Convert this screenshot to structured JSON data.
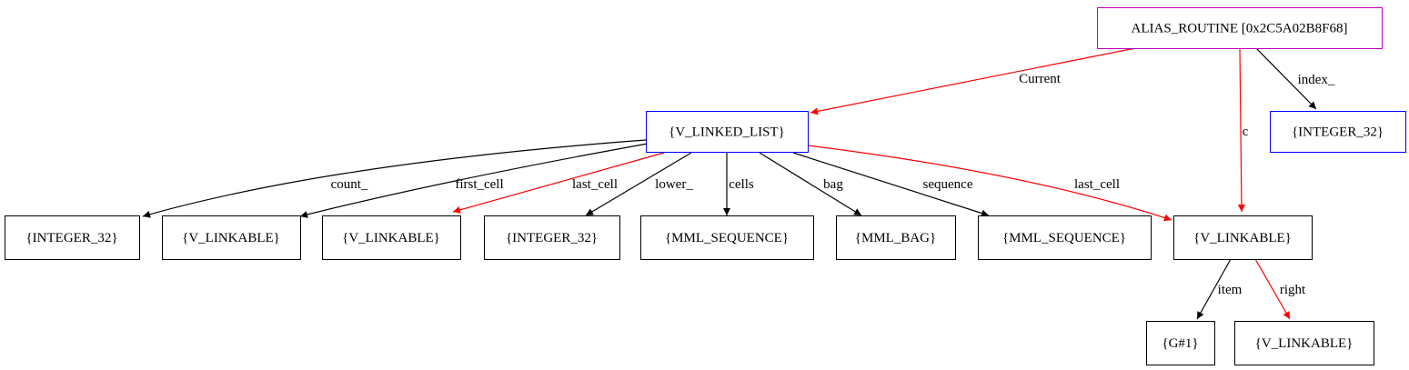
{
  "graph": {
    "nodes": [
      {
        "id": "alias",
        "label": "ALIAS_ROUTINE [0x2C5A02B8F68]",
        "border": "#c000c0"
      },
      {
        "id": "vlist",
        "label": "{V_LINKED_LIST}",
        "border": "#0000ff"
      },
      {
        "id": "int_index",
        "label": "{INTEGER_32}",
        "border": "#0000ff"
      },
      {
        "id": "int_count",
        "label": "{INTEGER_32}",
        "border": "#000000"
      },
      {
        "id": "vl_first",
        "label": "{V_LINKABLE}",
        "border": "#000000"
      },
      {
        "id": "vl_last",
        "label": "{V_LINKABLE}",
        "border": "#000000"
      },
      {
        "id": "int_lower",
        "label": "{INTEGER_32}",
        "border": "#000000"
      },
      {
        "id": "seq_cells",
        "label": "{MML_SEQUENCE}",
        "border": "#000000"
      },
      {
        "id": "bag",
        "label": "{MML_BAG}",
        "border": "#000000"
      },
      {
        "id": "seq_seq",
        "label": "{MML_SEQUENCE}",
        "border": "#000000"
      },
      {
        "id": "vl_c",
        "label": "{V_LINKABLE}",
        "border": "#000000"
      },
      {
        "id": "g1",
        "label": "{G#1}",
        "border": "#000000"
      },
      {
        "id": "vl_right",
        "label": "{V_LINKABLE}",
        "border": "#000000"
      }
    ],
    "edges": [
      {
        "from": "alias",
        "to": "vlist",
        "label": "Current",
        "color": "#ff0000"
      },
      {
        "from": "alias",
        "to": "vl_c",
        "label": "c",
        "color": "#ff0000"
      },
      {
        "from": "alias",
        "to": "int_index",
        "label": "index_",
        "color": "#000000"
      },
      {
        "from": "vlist",
        "to": "int_count",
        "label": "count_",
        "color": "#000000"
      },
      {
        "from": "vlist",
        "to": "vl_first",
        "label": "first_cell",
        "color": "#000000"
      },
      {
        "from": "vlist",
        "to": "vl_last",
        "label": "last_cell",
        "color": "#ff0000"
      },
      {
        "from": "vlist",
        "to": "int_lower",
        "label": "lower_",
        "color": "#000000"
      },
      {
        "from": "vlist",
        "to": "seq_cells",
        "label": "cells",
        "color": "#000000"
      },
      {
        "from": "vlist",
        "to": "bag",
        "label": "bag",
        "color": "#000000"
      },
      {
        "from": "vlist",
        "to": "seq_seq",
        "label": "sequence",
        "color": "#000000"
      },
      {
        "from": "vlist",
        "to": "vl_c",
        "label": "last_cell",
        "color": "#ff0000"
      },
      {
        "from": "vl_c",
        "to": "g1",
        "label": "item",
        "color": "#000000"
      },
      {
        "from": "vl_c",
        "to": "vl_right",
        "label": "right",
        "color": "#ff0000"
      }
    ]
  }
}
